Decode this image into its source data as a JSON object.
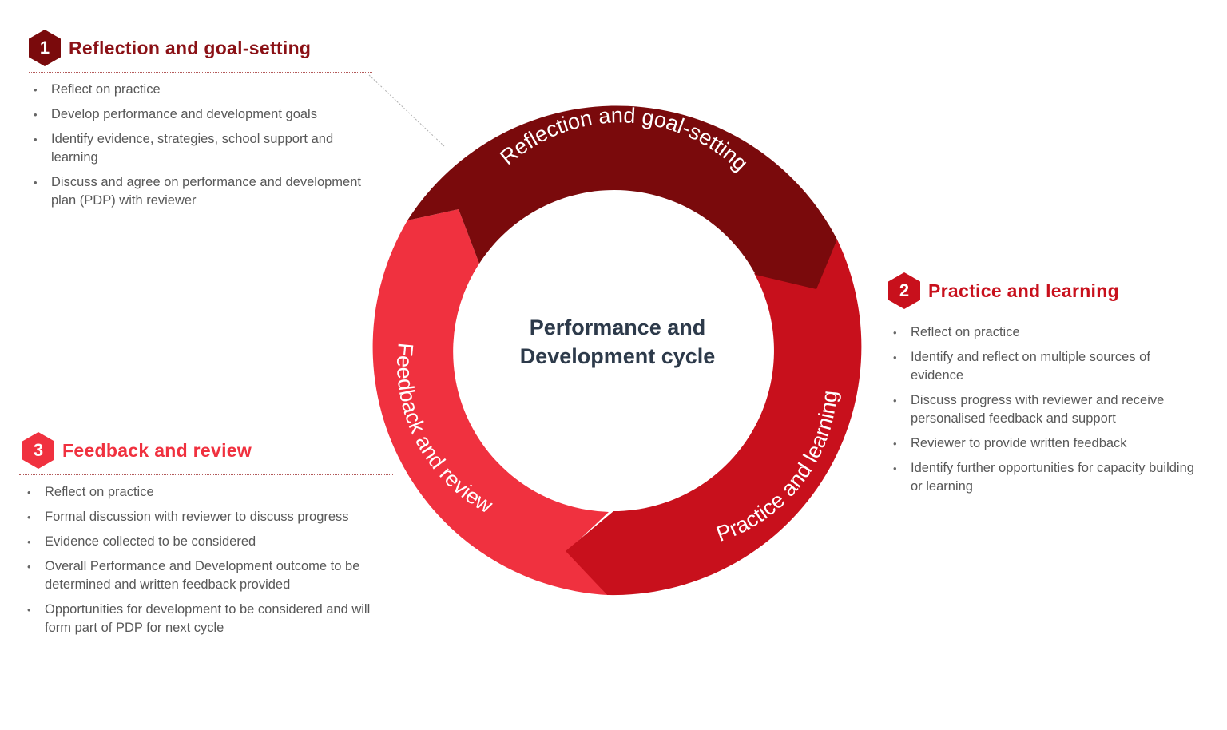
{
  "diagram": {
    "center_title": [
      "Performance and",
      "Development cycle"
    ],
    "ring_labels": {
      "top": "Reflection and goal-setting",
      "right": "Practice and learning",
      "left": "Feedback and review"
    },
    "colors": {
      "segment_dark": "#7a0a0c",
      "segment_mid": "#c8101c",
      "segment_light": "#f0313f",
      "title_red": "#8b1116"
    }
  },
  "sections": [
    {
      "number": "1",
      "title": "Reflection and goal-setting",
      "items": [
        "Reflect on practice",
        "Develop performance and development goals",
        "Identify evidence, strategies, school support and learning",
        "Discuss and agree on performance and development plan (PDP) with reviewer"
      ]
    },
    {
      "number": "2",
      "title": "Practice and learning",
      "items": [
        "Reflect on practice",
        "Identify and reflect on multiple sources of evidence",
        "Discuss progress with reviewer and receive personalised feedback and support",
        "Reviewer to provide written feedback",
        "Identify further opportunities for capacity building or learning"
      ]
    },
    {
      "number": "3",
      "title": "Feedback and review",
      "items": [
        "Reflect on practice",
        "Formal discussion with reviewer to discuss progress",
        "Evidence collected to be considered",
        "Overall Performance and Development outcome to be determined and written feedback provided",
        "Opportunities for development to be considered and will form part of PDP for next cycle"
      ]
    }
  ]
}
